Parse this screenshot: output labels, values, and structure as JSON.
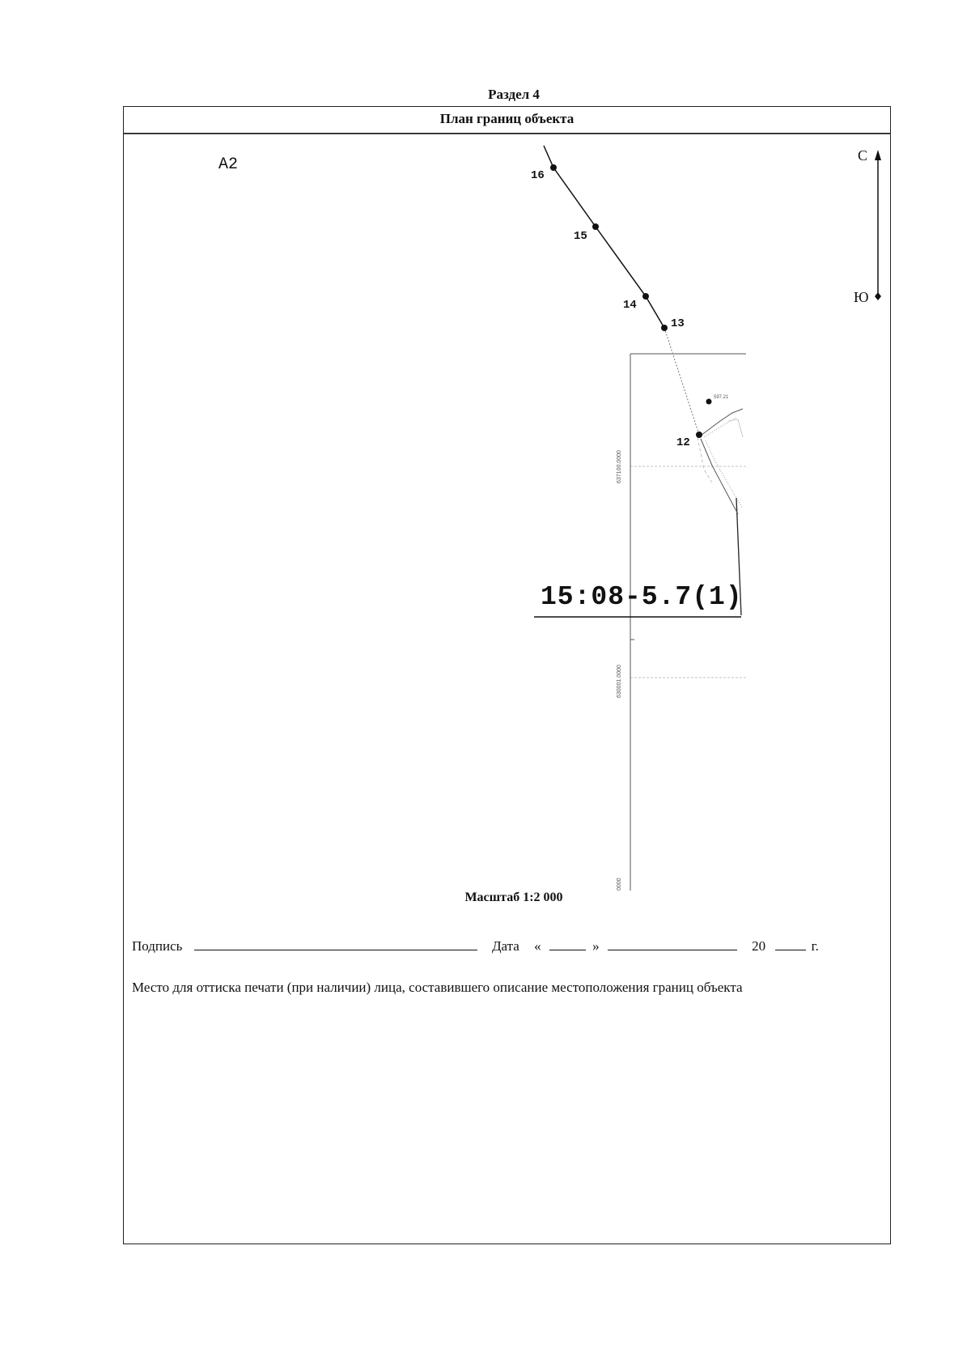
{
  "section": "Раздел 4",
  "plan_title": "План границ объекта",
  "sheet_label": "А2",
  "points": [
    {
      "label": "16"
    },
    {
      "label": "15"
    },
    {
      "label": "14"
    },
    {
      "label": "13"
    },
    {
      "label": "12"
    }
  ],
  "parcel_label": "15:08-5.7(1)",
  "north_label": "С",
  "south_label": "Ю",
  "elevation_label": "597.21",
  "grid_labels": [
    "637100.0000",
    "630001.0000",
    "0000"
  ],
  "scale": "Масштаб 1:2 000",
  "signature": {
    "label": "Подпись",
    "date_label": "Дата",
    "open_quote": "«",
    "close_quote": "»",
    "year_prefix": "20",
    "year_suffix": "г."
  },
  "stamp_note": "Место для оттиска печати (при наличии) лица, составившего описание местоположения границ объекта"
}
